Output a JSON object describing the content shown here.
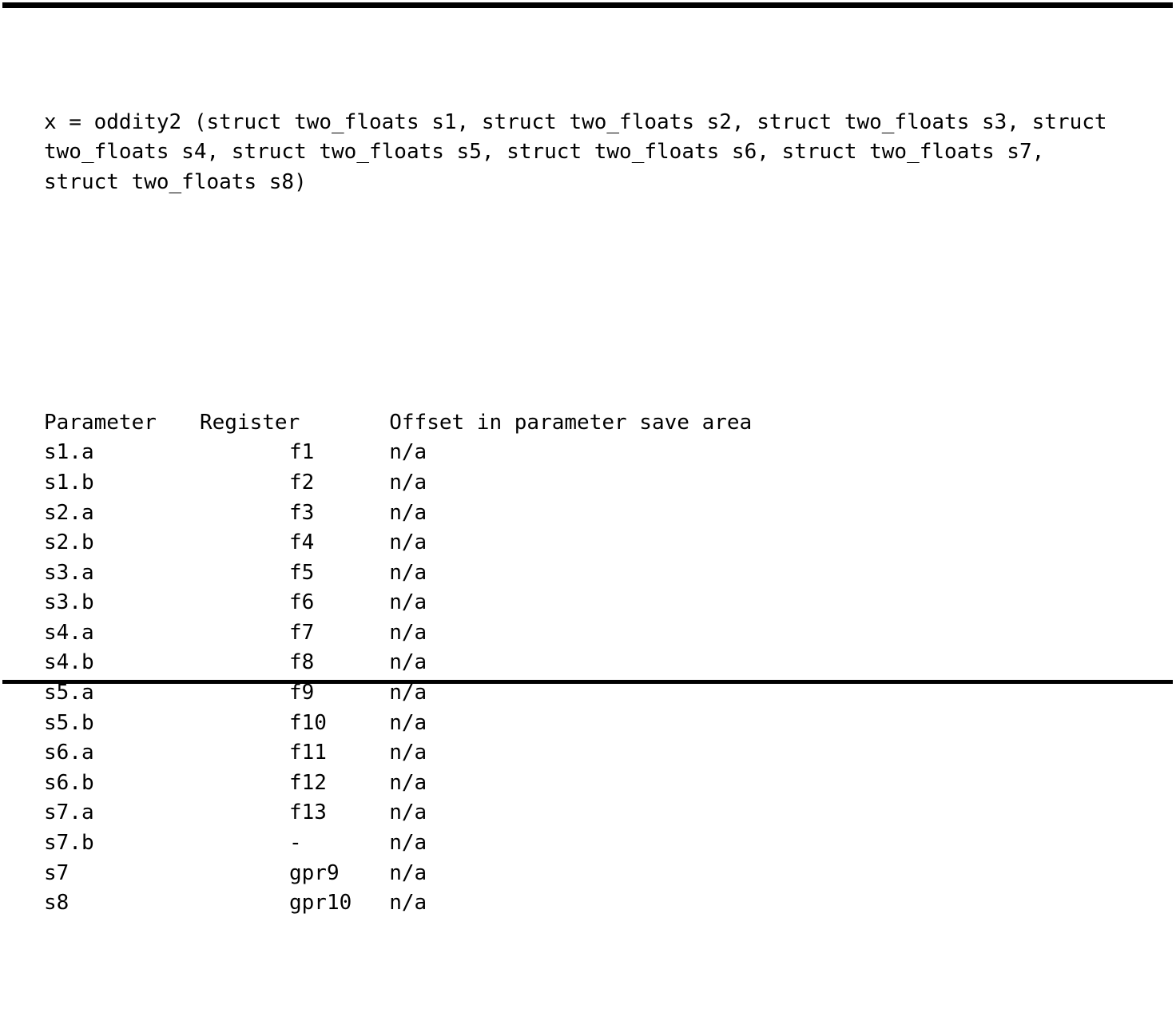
{
  "document": {
    "signature": "x = oddity2 (struct two_floats s1, struct two_floats s2, struct two_floats s3, struct two_floats s4, struct two_floats s5, struct two_floats s6, struct two_floats s7, struct two_floats s8)",
    "table": {
      "headers": {
        "parameter": "Parameter",
        "register": "Register",
        "offset": "Offset in parameter save area"
      },
      "rows": [
        {
          "parameter": "s1.a",
          "register": "f1",
          "offset": "n/a"
        },
        {
          "parameter": "s1.b",
          "register": "f2",
          "offset": "n/a"
        },
        {
          "parameter": "s2.a",
          "register": "f3",
          "offset": "n/a"
        },
        {
          "parameter": "s2.b",
          "register": "f4",
          "offset": "n/a"
        },
        {
          "parameter": "s3.a",
          "register": "f5",
          "offset": "n/a"
        },
        {
          "parameter": "s3.b",
          "register": "f6",
          "offset": "n/a"
        },
        {
          "parameter": "s4.a",
          "register": "f7",
          "offset": "n/a"
        },
        {
          "parameter": "s4.b",
          "register": "f8",
          "offset": "n/a"
        },
        {
          "parameter": "s5.a",
          "register": "f9",
          "offset": "n/a"
        },
        {
          "parameter": "s5.b",
          "register": "f10",
          "offset": "n/a"
        },
        {
          "parameter": "s6.a",
          "register": "f11",
          "offset": "n/a"
        },
        {
          "parameter": "s6.b",
          "register": "f12",
          "offset": "n/a"
        },
        {
          "parameter": "s7.a",
          "register": "f13",
          "offset": "n/a"
        },
        {
          "parameter": "s7.b",
          "register": "-",
          "offset": "n/a"
        },
        {
          "parameter": "s7",
          "register": "gpr9",
          "offset": "n/a"
        },
        {
          "parameter": "s8",
          "register": "gpr10",
          "offset": "n/a"
        }
      ]
    },
    "colors": {
      "text": "#000000",
      "background": "#ffffff",
      "rule": "#000000"
    }
  }
}
